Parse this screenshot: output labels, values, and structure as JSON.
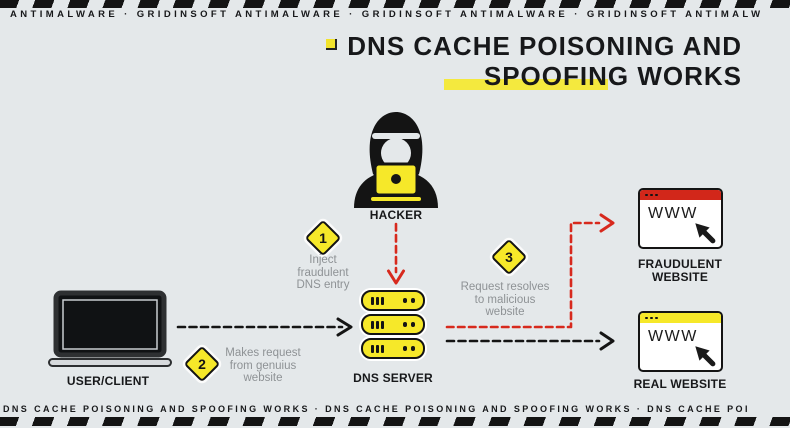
{
  "colors": {
    "background": "#e4e8ea",
    "accent_yellow": "#f6e829",
    "alert_red": "#d7291d",
    "ink": "#141414",
    "muted_gray": "#8e9295"
  },
  "header": {
    "ticker": "ANTIMALWARE · GRIDINSOFT ANTIMALWARE · GRIDINSOFT ANTIMALWARE · GRIDINSOFT ANTIMALW"
  },
  "title": {
    "line1": "DNS CACHE POISONING AND",
    "line2": "SPOOFING WORKS"
  },
  "nodes": {
    "hacker": {
      "label": "HACKER"
    },
    "user_client": {
      "label": "USER/CLIENT"
    },
    "dns_server": {
      "label": "DNS SERVER"
    },
    "fraudulent_website": {
      "label": "FRAUDULENT WEBSITE",
      "www": "WWW"
    },
    "real_website": {
      "label": "REAL WEBSITE",
      "www": "WWW"
    }
  },
  "steps": [
    {
      "num": "1",
      "text": "Inject fraudulent DNS entry"
    },
    {
      "num": "2",
      "text": "Makes request from genuius website"
    },
    {
      "num": "3",
      "text": "Request resolves to malicious website"
    }
  ],
  "footer": {
    "ticker": "DNS CACHE POISONING AND SPOOFING WORKS · DNS CACHE POISONING AND SPOOFING WORKS · DNS CACHE POI"
  }
}
